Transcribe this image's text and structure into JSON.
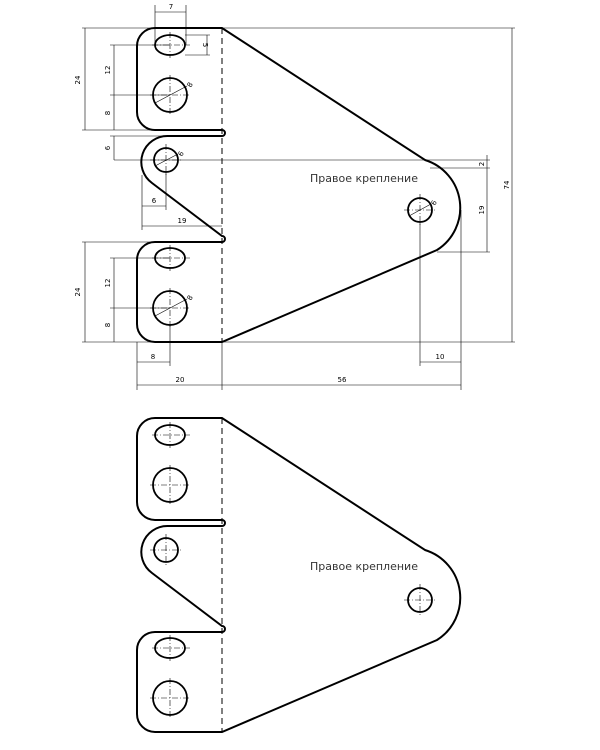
{
  "part_label": "Правое крепление",
  "dimensions": {
    "top_slot_width": "7",
    "top_slot_height": "5",
    "upper_block_height": "24",
    "upper_hole_spacing": "12",
    "upper_hole_offset": "8",
    "tab_offset": "6",
    "tab_hole_x": "6",
    "tab_length": "19",
    "lower_block_height": "24",
    "lower_hole_spacing": "12",
    "lower_hole_offset": "8",
    "lower_hole_x": "8",
    "block_width": "20",
    "arm_length": "56",
    "right_hole_offset": "10",
    "right_small_offset": "2",
    "right_end_height": "19",
    "total_height": "74",
    "dia_upper": "8",
    "dia_tab": "6",
    "dia_lower": "8",
    "dia_right": "6"
  }
}
